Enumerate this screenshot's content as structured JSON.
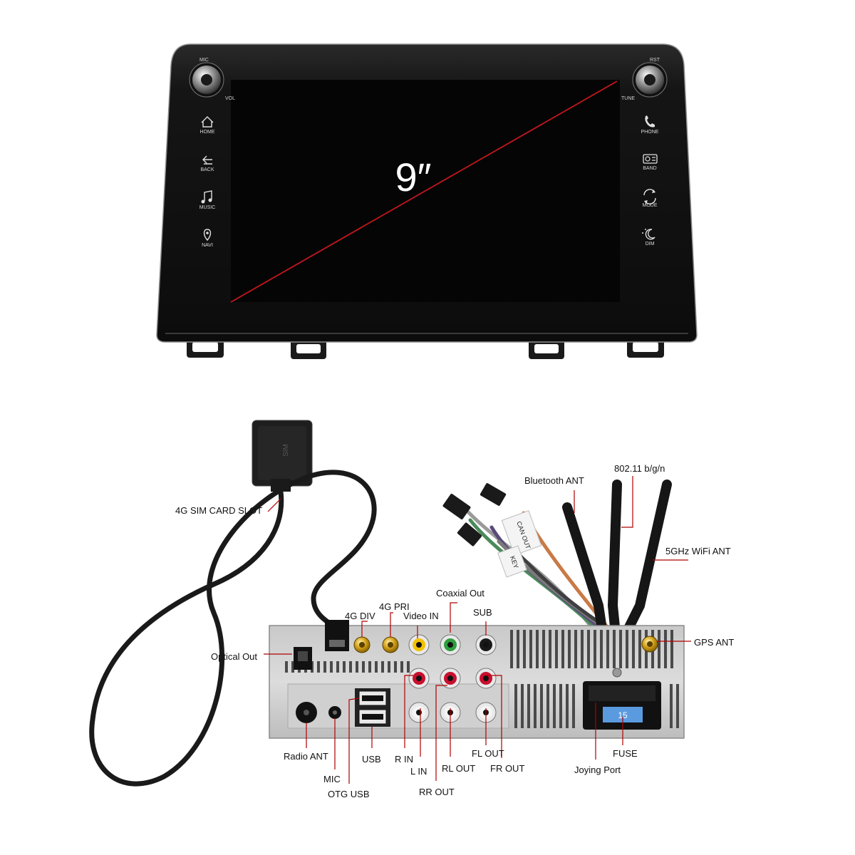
{
  "head_unit": {
    "screen_size": "9″",
    "left_knob": {
      "top_label": "MIC",
      "side_label": "VOL"
    },
    "right_knob": {
      "top_label": "RST",
      "side_label": "TUNE"
    },
    "left_buttons": [
      {
        "icon": "home-icon",
        "label": "HOME"
      },
      {
        "icon": "back-icon",
        "label": "BACK"
      },
      {
        "icon": "music-icon",
        "label": "MUSIC"
      },
      {
        "icon": "navi-icon",
        "label": "NAVI"
      }
    ],
    "right_buttons": [
      {
        "icon": "phone-icon",
        "label": "PHONE"
      },
      {
        "icon": "radio-icon",
        "label": "BAND"
      },
      {
        "icon": "mode-icon",
        "label": "MODE"
      },
      {
        "icon": "dim-icon",
        "label": "DIM"
      }
    ],
    "colors": {
      "bezel": "#141414",
      "screen": "#050505",
      "diagonal": "#c4161c"
    }
  },
  "rear_panel": {
    "sim_module_text": "SIM",
    "harness_tag_1": "CAN OUT",
    "harness_tag_2": "KEY",
    "fuse_value": "15"
  },
  "labels": {
    "sim_card_slot": "4G SIM CARD SLOT",
    "bluetooth_ant": "Bluetooth ANT",
    "wifi_24": "802.11 b/g/n",
    "wifi_5": "5GHz WiFi ANT",
    "coaxial_out": "Coaxial Out",
    "g4_pri": "4G PRI",
    "g4_div": "4G DIV",
    "video_in": "Video IN",
    "sub": "SUB",
    "optical_out": "Optical Out",
    "gps_ant": "GPS ANT",
    "radio_ant": "Radio ANT",
    "mic": "MIC",
    "otg_usb": "OTG USB",
    "usb": "USB",
    "r_in": "R IN",
    "l_in": "L IN",
    "rl_out": "RL OUT",
    "rr_out": "RR OUT",
    "fl_out": "FL OUT",
    "fr_out": "FR OUT",
    "fuse": "FUSE",
    "joying_port": "Joying Port"
  }
}
